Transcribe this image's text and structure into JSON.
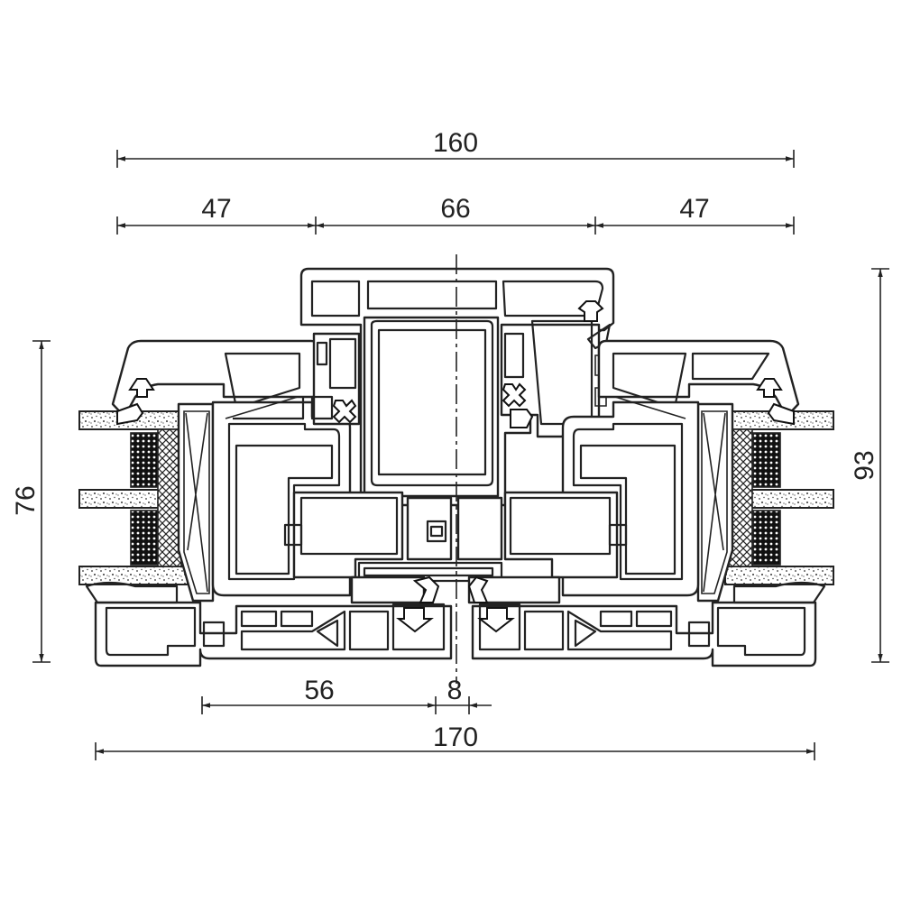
{
  "dimensions": {
    "top_total": "160",
    "top_left": "47",
    "top_middle": "66",
    "top_right": "47",
    "left_height": "76",
    "right_height": "93",
    "bottom_left": "56",
    "bottom_gap": "8",
    "bottom_total": "170"
  },
  "colors": {
    "line": "#222222",
    "background": "#ffffff"
  }
}
